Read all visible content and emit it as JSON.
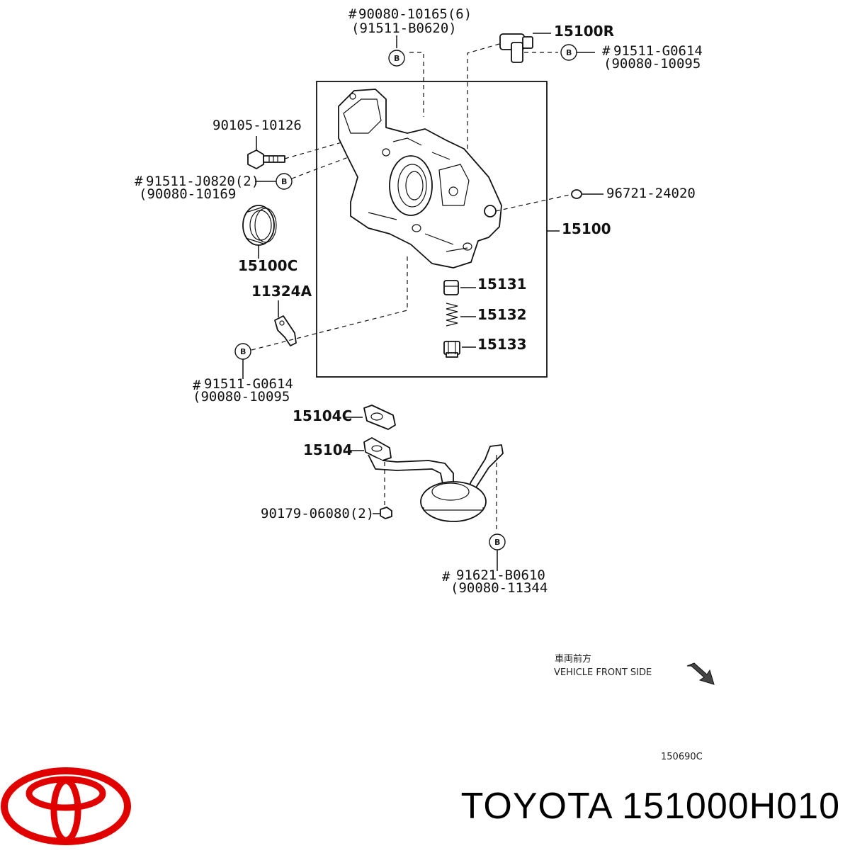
{
  "callouts": {
    "c1": "90080-10165(6)",
    "c1b": "(91511-B0620)",
    "c2": "15100R",
    "c3": "91511-G0614",
    "c3b": "(90080-10095",
    "c4": "90105-10126",
    "c5": "91511-J0820(2)",
    "c5b": "(90080-10169",
    "c6": "96721-24020",
    "c7": "15100",
    "c8": "15100C",
    "c9": "11324A",
    "c10": "15131",
    "c11": "15132",
    "c12": "15133",
    "c13": "91511-G0614",
    "c13b": "(90080-10095",
    "c14": "15104C",
    "c15": "15104",
    "c16": "90179-06080(2)",
    "c17": "91621-B0610",
    "c17b": "(90080-11344"
  },
  "markers": {
    "hash": "#",
    "badge": "B"
  },
  "orientation": {
    "jp": "車両前方",
    "en": "VEHICLE FRONT SIDE"
  },
  "figure_code": "150690C",
  "footer": {
    "brand": "TOYOTA",
    "part_number": "151000H010"
  },
  "colors": {
    "logo_red": "#e00000",
    "ink": "#111111"
  },
  "icons": [
    "toyota-logo",
    "direction-arrow-icon"
  ]
}
